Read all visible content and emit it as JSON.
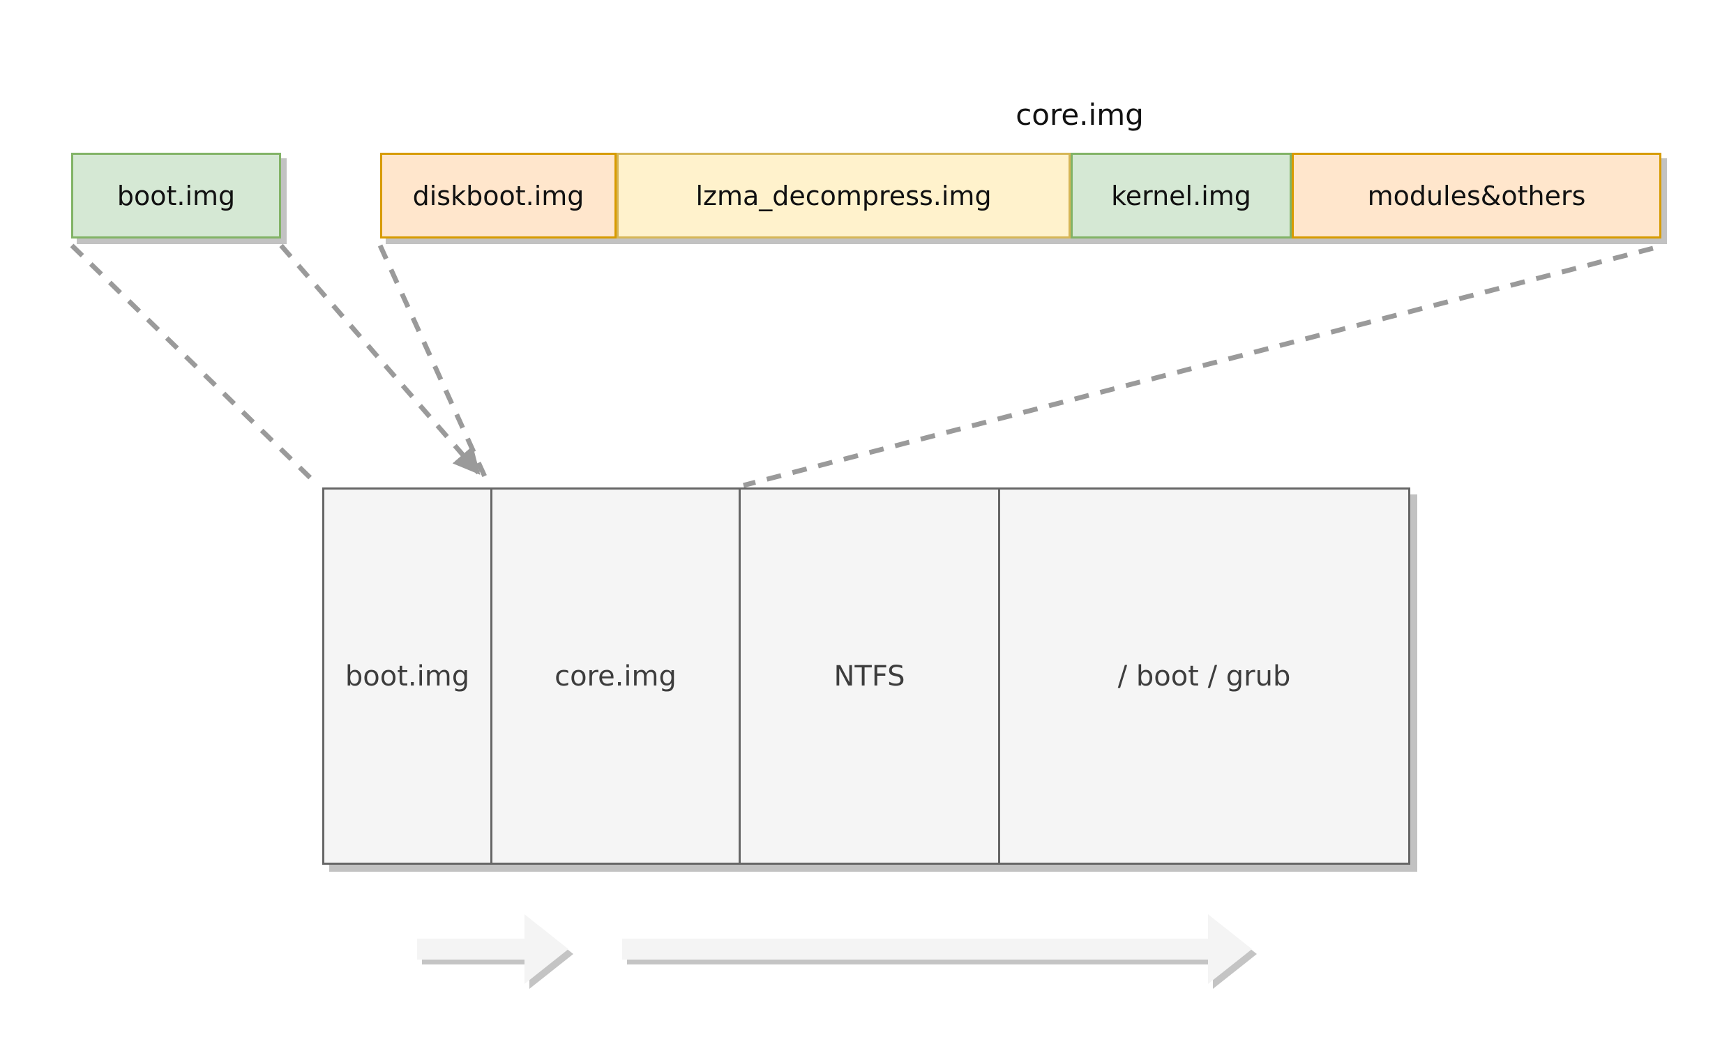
{
  "diagram": {
    "title": "core.img",
    "small_box": {
      "label": "boot.img"
    },
    "core_row": [
      {
        "label": "diskboot.img",
        "fill": "#ffe6cc",
        "border": "#d79b00"
      },
      {
        "label": "lzma_decompress.img",
        "fill": "#fff2cc",
        "border": "#d6b656"
      },
      {
        "label": "kernel.img",
        "fill": "#d5e8d4",
        "border": "#82b366"
      },
      {
        "label": "modules&others",
        "fill": "#ffe6cc",
        "border": "#d79b00"
      }
    ],
    "small_box_fill": "#d5e8d4",
    "small_box_border": "#82b366",
    "disk_sections": [
      {
        "label": "boot.img"
      },
      {
        "label": "core.img"
      },
      {
        "label": "NTFS"
      },
      {
        "label": "/ boot / grub"
      }
    ],
    "disk_fill": "#f5f5f5",
    "disk_border": "#666666"
  },
  "colors": {
    "dash": "#9a9a9a",
    "arrow_fill": "#f4f4f4",
    "arrow_shadow": "#c4c4c4",
    "text": "#111111"
  }
}
